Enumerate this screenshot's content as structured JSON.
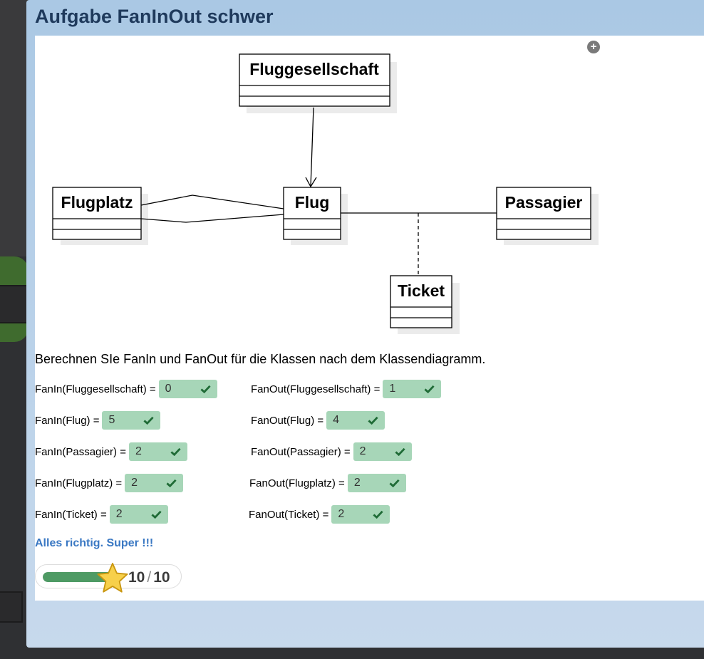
{
  "title": "Aufgabe FanInOut schwer",
  "diagram": {
    "classes": {
      "fluggesellschaft": "Fluggesellschaft",
      "flugplatz": "Flugplatz",
      "flug": "Flug",
      "passagier": "Passagier",
      "ticket": "Ticket"
    }
  },
  "question": "Berechnen SIe FanIn und FanOut für die Klassen nach dem Klassendiagramm.",
  "fanin": [
    {
      "label": "FanIn(Fluggesellschaft) =",
      "value": "0"
    },
    {
      "label": "FanIn(Flug) =",
      "value": "5"
    },
    {
      "label": "FanIn(Passagier) =",
      "value": "2"
    },
    {
      "label": "FanIn(Flugplatz) =",
      "value": "2"
    },
    {
      "label": "FanIn(Ticket) =",
      "value": "2"
    }
  ],
  "fanout": [
    {
      "label": "FanOut(Fluggesellschaft) =",
      "value": "1"
    },
    {
      "label": "FanOut(Flug) =",
      "value": "4"
    },
    {
      "label": "FanOut(Passagier) =",
      "value": "2"
    },
    {
      "label": "FanOut(Flugplatz) =",
      "value": "2"
    },
    {
      "label": "FanOut(Ticket) =",
      "value": "2"
    }
  ],
  "feedback": "Alles richtig. Super !!!",
  "score": {
    "current": "10",
    "max": "10",
    "progress_fraction": 1.0
  },
  "colors": {
    "answer_correct_bg": "#a7d6b8",
    "progress": "#4e9a64",
    "feedback": "#3a78c3",
    "title": "#1f3a5c"
  },
  "icons": {
    "add": "plus-circle-icon",
    "check": "check-icon",
    "star": "star-icon"
  }
}
